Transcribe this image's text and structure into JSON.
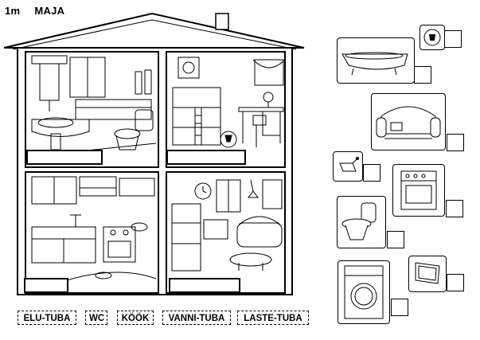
{
  "header": {
    "grade": "1m",
    "topic": "MAJA"
  },
  "rooms": [
    {
      "id": "bathroom",
      "answer": ""
    },
    {
      "id": "childrens-room",
      "answer": ""
    },
    {
      "id": "kitchen",
      "answer": ""
    },
    {
      "id": "living-room",
      "answer": ""
    }
  ],
  "items": [
    {
      "icon": "ball-icon"
    },
    {
      "icon": "bathtub-icon"
    },
    {
      "icon": "sofa-icon"
    },
    {
      "icon": "toy-icon"
    },
    {
      "icon": "stove-icon"
    },
    {
      "icon": "toilet-icon"
    },
    {
      "icon": "washing-machine-icon"
    },
    {
      "icon": "tv-icon"
    }
  ],
  "word_bank": [
    "ELU-TUBA",
    "WC",
    "KÖÖK",
    "VANNI-TUBA",
    "LASTE-TUBA"
  ]
}
